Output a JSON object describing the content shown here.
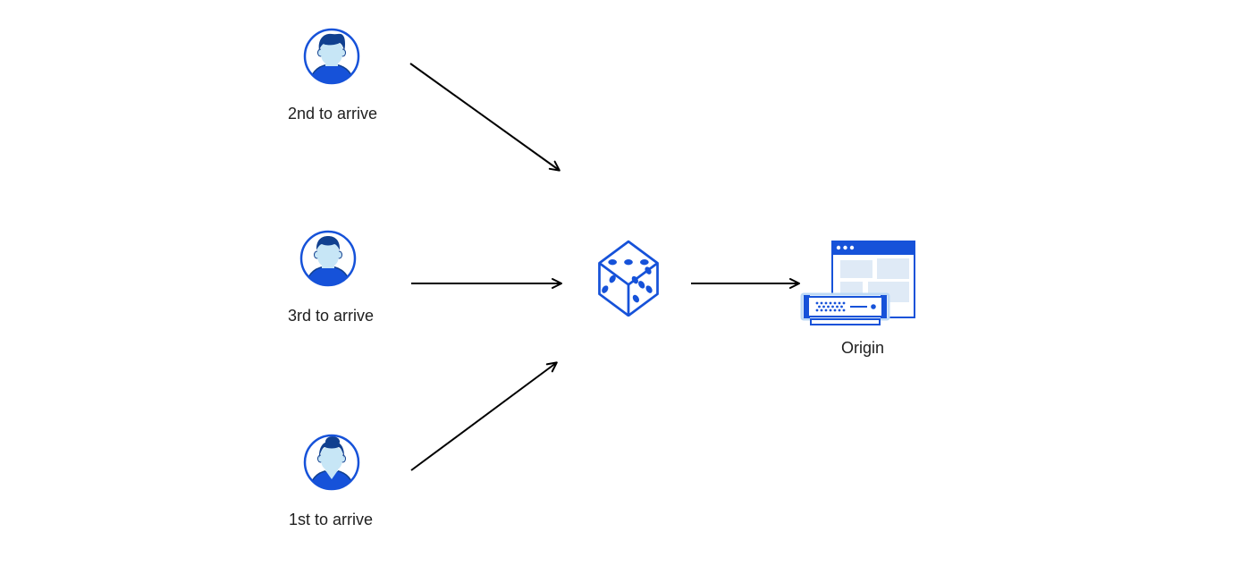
{
  "diagram": {
    "clients": [
      {
        "label": "2nd to arrive",
        "icon": "male-avatar-icon"
      },
      {
        "label": "3rd to arrive",
        "icon": "male-avatar-icon"
      },
      {
        "label": "1st to arrive",
        "icon": "female-avatar-icon"
      }
    ],
    "selector": {
      "icon": "dice-icon"
    },
    "origin": {
      "label": "Origin",
      "icon": "origin-server-icon"
    },
    "connections": [
      {
        "from": "client-2nd-to-arrive",
        "to": "dice-selector"
      },
      {
        "from": "client-3rd-to-arrive",
        "to": "dice-selector"
      },
      {
        "from": "client-1st-to-arrive",
        "to": "dice-selector"
      },
      {
        "from": "dice-selector",
        "to": "origin-server"
      }
    ]
  },
  "colors": {
    "primary_blue": "#1652d9",
    "dark_navy": "#11408f",
    "skin_blue": "#c7e6f6",
    "pale_blue": "#dfeaf6",
    "halo_blue": "#bdd9f5",
    "arrow_black": "#000000",
    "text_black": "#202020",
    "background": "#ffffff"
  }
}
